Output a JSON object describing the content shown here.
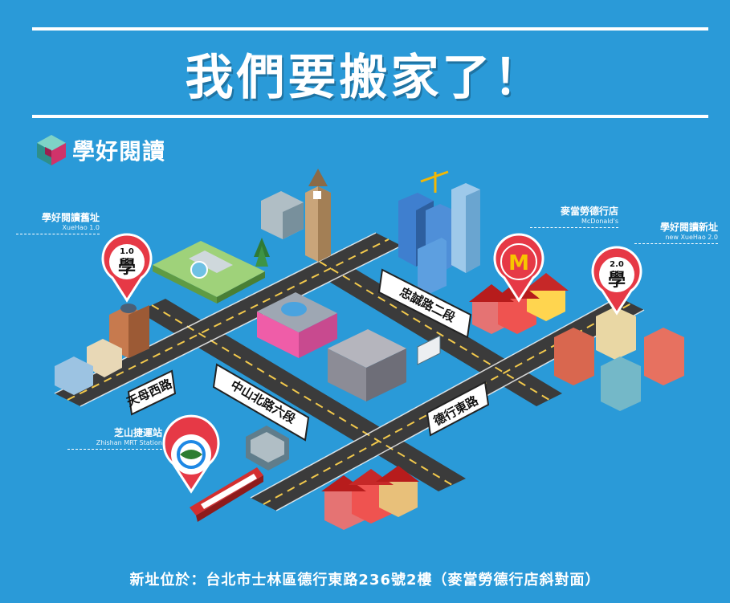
{
  "title": "我們要搬家了！",
  "logo": {
    "name": "學好閱讀"
  },
  "callouts": {
    "old": {
      "zh": "學好閱讀舊址",
      "en": "XueHao 1.0"
    },
    "mcd": {
      "zh": "麥當勞德行店",
      "en": "McDonald's"
    },
    "new": {
      "zh": "學好閱讀新址",
      "en": "new XueHao 2.0"
    },
    "mrt": {
      "zh": "芝山捷運站",
      "en": "Zhishan MRT Station"
    }
  },
  "pins": {
    "old": {
      "version": "1.0",
      "char": "學"
    },
    "new": {
      "version": "2.0",
      "char": "學"
    },
    "mcd": {
      "char": "M"
    }
  },
  "roads": {
    "tianmu_west": "天母西路",
    "zhongshan_north": "中山北路六段",
    "zhongcheng": "忠誠路二段",
    "dexing_east": "德行東路"
  },
  "footer": "新址位於：台北市士林區德行東路236號2樓（麥當勞德行店斜對面）",
  "colors": {
    "background": "#2a9ad8",
    "pin": "#e63946",
    "road": "#3a3a3a",
    "mcd_yellow": "#f7c600"
  }
}
